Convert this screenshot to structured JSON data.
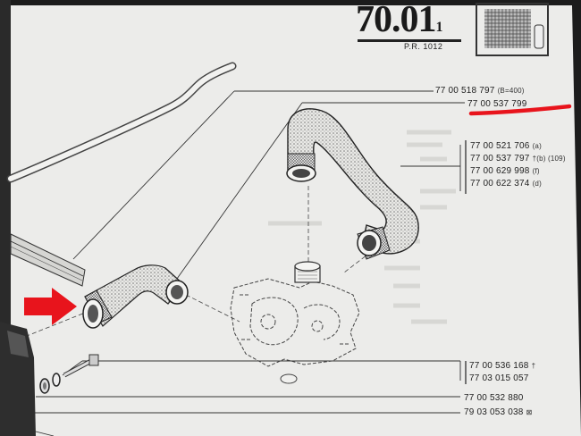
{
  "document": {
    "section_code": "70.01",
    "section_sub": "1",
    "pr_ref": "P.R. 1012"
  },
  "refs": [
    {
      "code": "77 00 518 797",
      "suffix": "(B=400)"
    },
    {
      "code": "77 00 537 799",
      "suffix": ""
    },
    {
      "code": "77 00 521 706",
      "suffix": "(a)"
    },
    {
      "code": "77 00 537 797",
      "suffix": "†(b) (109)"
    },
    {
      "code": "77 00 629 998",
      "suffix": "(f)"
    },
    {
      "code": "77 00 622 374",
      "suffix": "(d)"
    },
    {
      "code": "77 00 536 168",
      "suffix": "†"
    },
    {
      "code": "77 03 015 057",
      "suffix": ""
    },
    {
      "code": "77 00 532 880",
      "suffix": ""
    },
    {
      "code": "79 03 053 038",
      "suffix": "⊠"
    }
  ],
  "highlight": {
    "color": "#e8141c"
  },
  "arrow": {
    "color": "#e8141c"
  }
}
